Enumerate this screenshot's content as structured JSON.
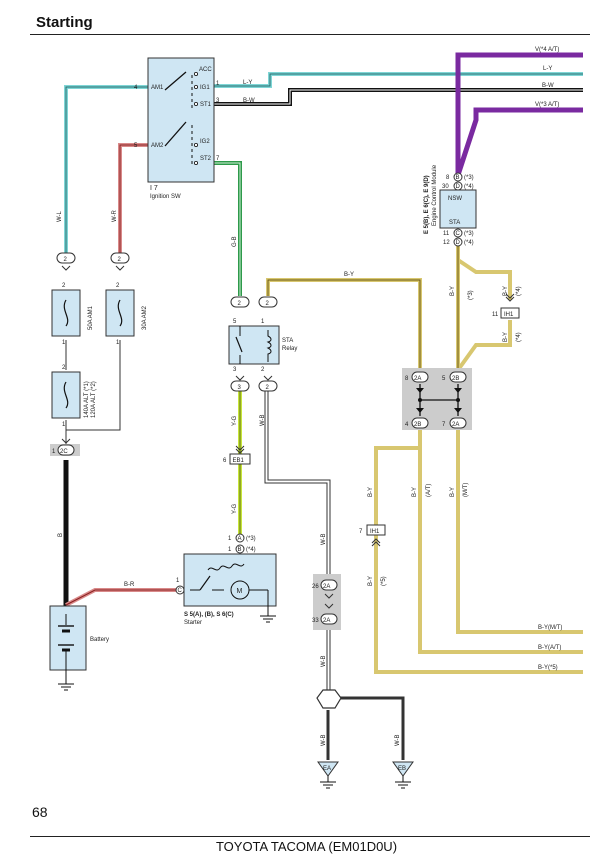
{
  "page": {
    "title": "Starting",
    "number": "68",
    "footer": "TOYOTA TACOMA (EM01D0U)"
  },
  "colors": {
    "lightblue": "#7fd6d6",
    "red": "#b83a3a",
    "green": "#2e9a4a",
    "yellow": "#d8c770",
    "greenyellow": "#c8e63a",
    "purple": "#7a2aa0",
    "black": "#111111",
    "panel": "#cfe6f3"
  },
  "ignition": {
    "name": "I 7",
    "desc": "Ignition SW",
    "pins": {
      "am1": "AM1",
      "am2": "AM2",
      "acc": "ACC",
      "ig1": "IG1",
      "st1": "ST1",
      "ig2": "IG2",
      "st2": "ST2"
    },
    "pin_numbers": {
      "am1": "4",
      "am2": "5",
      "ig1": "1",
      "st1": "3",
      "st2": "7"
    }
  },
  "ecm": {
    "ref": "E 5(B), E 6(C), E 9(D)",
    "desc": "Engine Control Module",
    "nsw": "NSW",
    "sta": "STA",
    "pins": {
      "p1_num": "8",
      "p1_conn": "B",
      "p1_note": "(*3)",
      "p2_num": "30",
      "p2_conn": "D",
      "p2_note": "(*4)",
      "p3_num": "11",
      "p3_conn": "C",
      "p3_note": "(*3)",
      "p4_num": "12",
      "p4_conn": "D",
      "p4_note": "(*4)"
    }
  },
  "right_wires": [
    "V(*4 A/T)",
    "L-Y",
    "B-W",
    "V(*3 A/T)"
  ],
  "bottom_right_wires": [
    "B-Y(M/T)",
    "B-Y(A/T)",
    "B-Y(*5)"
  ],
  "wire_labels": {
    "ly": "L-Y",
    "bw": "B-W",
    "wl": "W-L",
    "wr": "W-R",
    "gb": "G-B",
    "by_top": "B-Y",
    "yg1": "Y-G",
    "yg2": "Y-G",
    "wb1": "W-B",
    "wb2": "W-B",
    "wb3": "W-B",
    "wb4": "W-B",
    "wb5": "W-B",
    "br": "B-R",
    "b": "B",
    "by1": "B-Y",
    "by1_note": "(*3)",
    "by2": "B-Y",
    "by2_note": "(*4)",
    "by3": "B-Y",
    "by3_note": "(*4)",
    "by4": "B-Y",
    "by5": "B-Y",
    "by5_note": "(A/T)",
    "by6": "B-Y",
    "by6_note": "(M/T)",
    "by7": "B-Y",
    "by7_note": "(*5)"
  },
  "fuses": {
    "am1": "50A AM1",
    "am2": "30A AM2",
    "alt1": "140A ALT (*1)",
    "alt2": "120A ALT (*2)"
  },
  "relay": {
    "name": "STA",
    "sub": "Relay"
  },
  "starter": {
    "ref": "S 5(A), (B), S 6(C)",
    "desc": "Starter",
    "motor": "M"
  },
  "battery": {
    "label": "Battery"
  },
  "connectors": {
    "eb1": "EB1",
    "ih1": "IH1",
    "ea": "EA",
    "eb": "EB"
  },
  "junctions": {
    "j2c": "2C",
    "j2a": "2A",
    "j2b": "2B"
  },
  "pins": {
    "p1": "1",
    "p2": "2",
    "p3": "3",
    "p5": "5",
    "p4": "4",
    "p6": "6",
    "p7": "7",
    "p8": "8",
    "p11": "11",
    "p26": "26",
    "p33": "33",
    "c2": "2",
    "cA": "A",
    "cB": "B",
    "cC": "C",
    "starter_note_a": "(*3)",
    "starter_note_b": "(*4)"
  }
}
